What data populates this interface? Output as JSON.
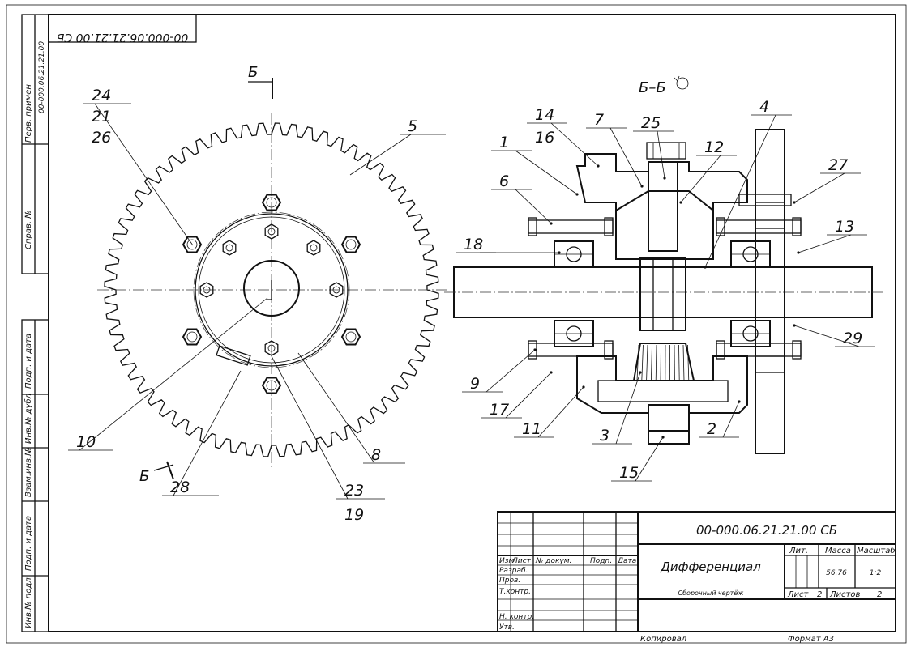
{
  "stamp_top": "00-000.06.21.21.00 СБ",
  "side_strip": {
    "perv_primen_label": "Перв. примен",
    "perv_primen_value": "00-000.06.21.21.00",
    "sprav_label": "Справ. №",
    "podp_data_1": "Подп. и дата",
    "inv_dubl": "Инв.№ дубл",
    "vzam_inv": "Взам.инв.№",
    "podp_data_2": "Подп. и дата",
    "inv_podl": "Инв.№ подл"
  },
  "section_label": "Б–Б",
  "cut_marker": "Б",
  "callouts_front": [
    "24",
    "21",
    "26",
    "5",
    "10",
    "28",
    "23",
    "19",
    "8"
  ],
  "callouts_section": [
    "14",
    "16",
    "1",
    "6",
    "7",
    "25",
    "12",
    "4",
    "27",
    "18",
    "13",
    "9",
    "17",
    "11",
    "3",
    "15",
    "2",
    "29"
  ],
  "title_block": {
    "designation": "00-000.06.21.21.00 СБ",
    "name": "Дифференциал",
    "doc_type": "Сборочный чертёж",
    "hdr_izm": "Изм",
    "hdr_list": "Лист",
    "hdr_doc": "№ докум.",
    "hdr_podp": "Подп.",
    "hdr_data": "Дата",
    "row_razrab": "Разраб.",
    "row_prov": "Пров.",
    "row_tkontr": "Т.контр.",
    "row_nkontr": "Н. контр.",
    "row_utv": "Утв.",
    "lit_label": "Лит.",
    "mass_label": "Масса",
    "scale_label": "Масштаб",
    "mass_value": "56.76",
    "scale_value": "1:2",
    "sheet_label": "Лист",
    "sheet_value": "2",
    "sheets_label": "Листов",
    "sheets_value": "2",
    "copied": "Копировал",
    "format": "Формат A3"
  }
}
